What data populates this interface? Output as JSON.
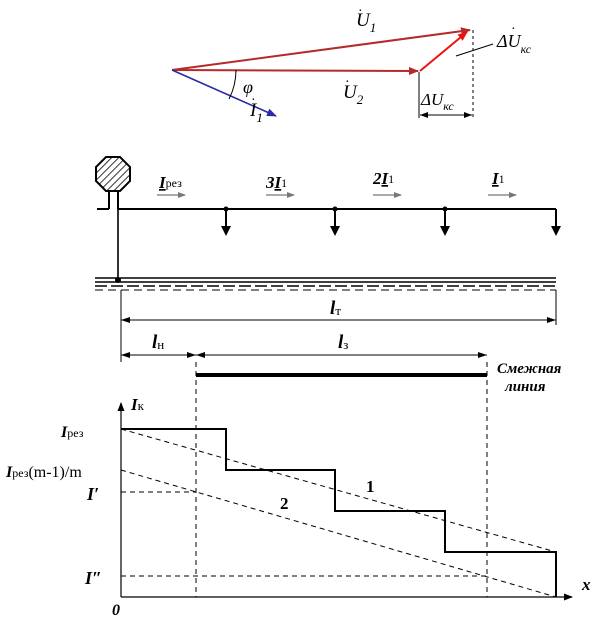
{
  "phasor": {
    "u1": "U",
    "u1_sub": "1",
    "u2": "U",
    "u2_sub": "2",
    "i1": "I",
    "i1_sub": "1",
    "phi": "φ",
    "du_top": "ΔU",
    "du_top_sub": "кс",
    "du_bottom": "ΔU",
    "du_bottom_sub": "кс",
    "colors": {
      "u_vectors": "#b52a2a",
      "i_vector": "#2b2ba8",
      "du_vector": "#ee1111"
    }
  },
  "line": {
    "i_rez": "I",
    "i_rez_sub": "рез",
    "i3_coef": "3",
    "i3": "I",
    "i3_sub": "1",
    "i2_coef": "2",
    "i2": "I",
    "i2_sub": "1",
    "i1": "I",
    "i1_sub": "1",
    "l_t": "l",
    "l_t_sub": "т",
    "l_n": "l",
    "l_n_sub": "н",
    "l_z": "l",
    "l_z_sub": "з",
    "adjacent_line_1": "Смежная",
    "adjacent_line_2": "линия"
  },
  "graph": {
    "y_axis_label": "I",
    "y_axis_label_sub": "к",
    "x_axis_label": "x",
    "origin": "0",
    "tick_i_rez": "I",
    "tick_i_rez_sub": "рез",
    "tick_i_rez_m": "I",
    "tick_i_rez_m_sub": "рез",
    "tick_i_rez_m_rest": "(m-1)/m",
    "tick_i_prime": "I′",
    "tick_i_double": "I″",
    "curve_1": "1",
    "curve_2": "2"
  }
}
